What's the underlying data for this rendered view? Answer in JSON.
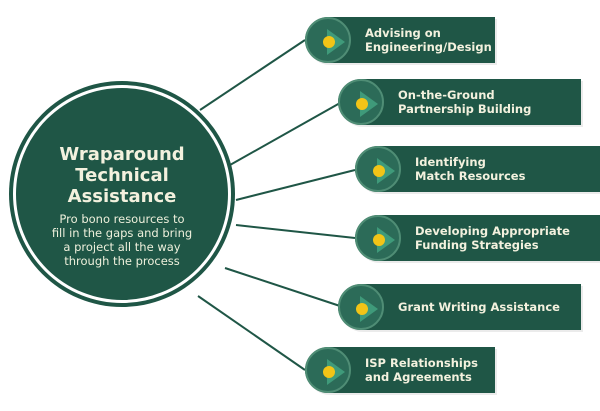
{
  "hub": {
    "title": "Wraparound\nTechnical\nAssistance",
    "subtitle": "Pro bono resources to\nfill in the gaps and bring\na project all the way\nthrough the process"
  },
  "items": [
    {
      "label": "Advising on\nEngineering/Design",
      "icon": "play-arrow-icon"
    },
    {
      "label": "On-the-Ground\nPartnership Building",
      "icon": "play-arrow-icon"
    },
    {
      "label": "Identifying\nMatch Resources",
      "icon": "play-arrow-icon"
    },
    {
      "label": "Developing Appropriate\nFunding Strategies",
      "icon": "play-arrow-icon"
    },
    {
      "label": "Grant Writing Assistance",
      "icon": "play-arrow-icon"
    },
    {
      "label": "ISP Relationships\nand Agreements",
      "icon": "play-arrow-icon"
    }
  ],
  "colors": {
    "primary": "#1f5646",
    "badge": "#2c6b58",
    "arrow": "#3f9a7a",
    "dot": "#f2c417",
    "text": "#f3f1de"
  }
}
